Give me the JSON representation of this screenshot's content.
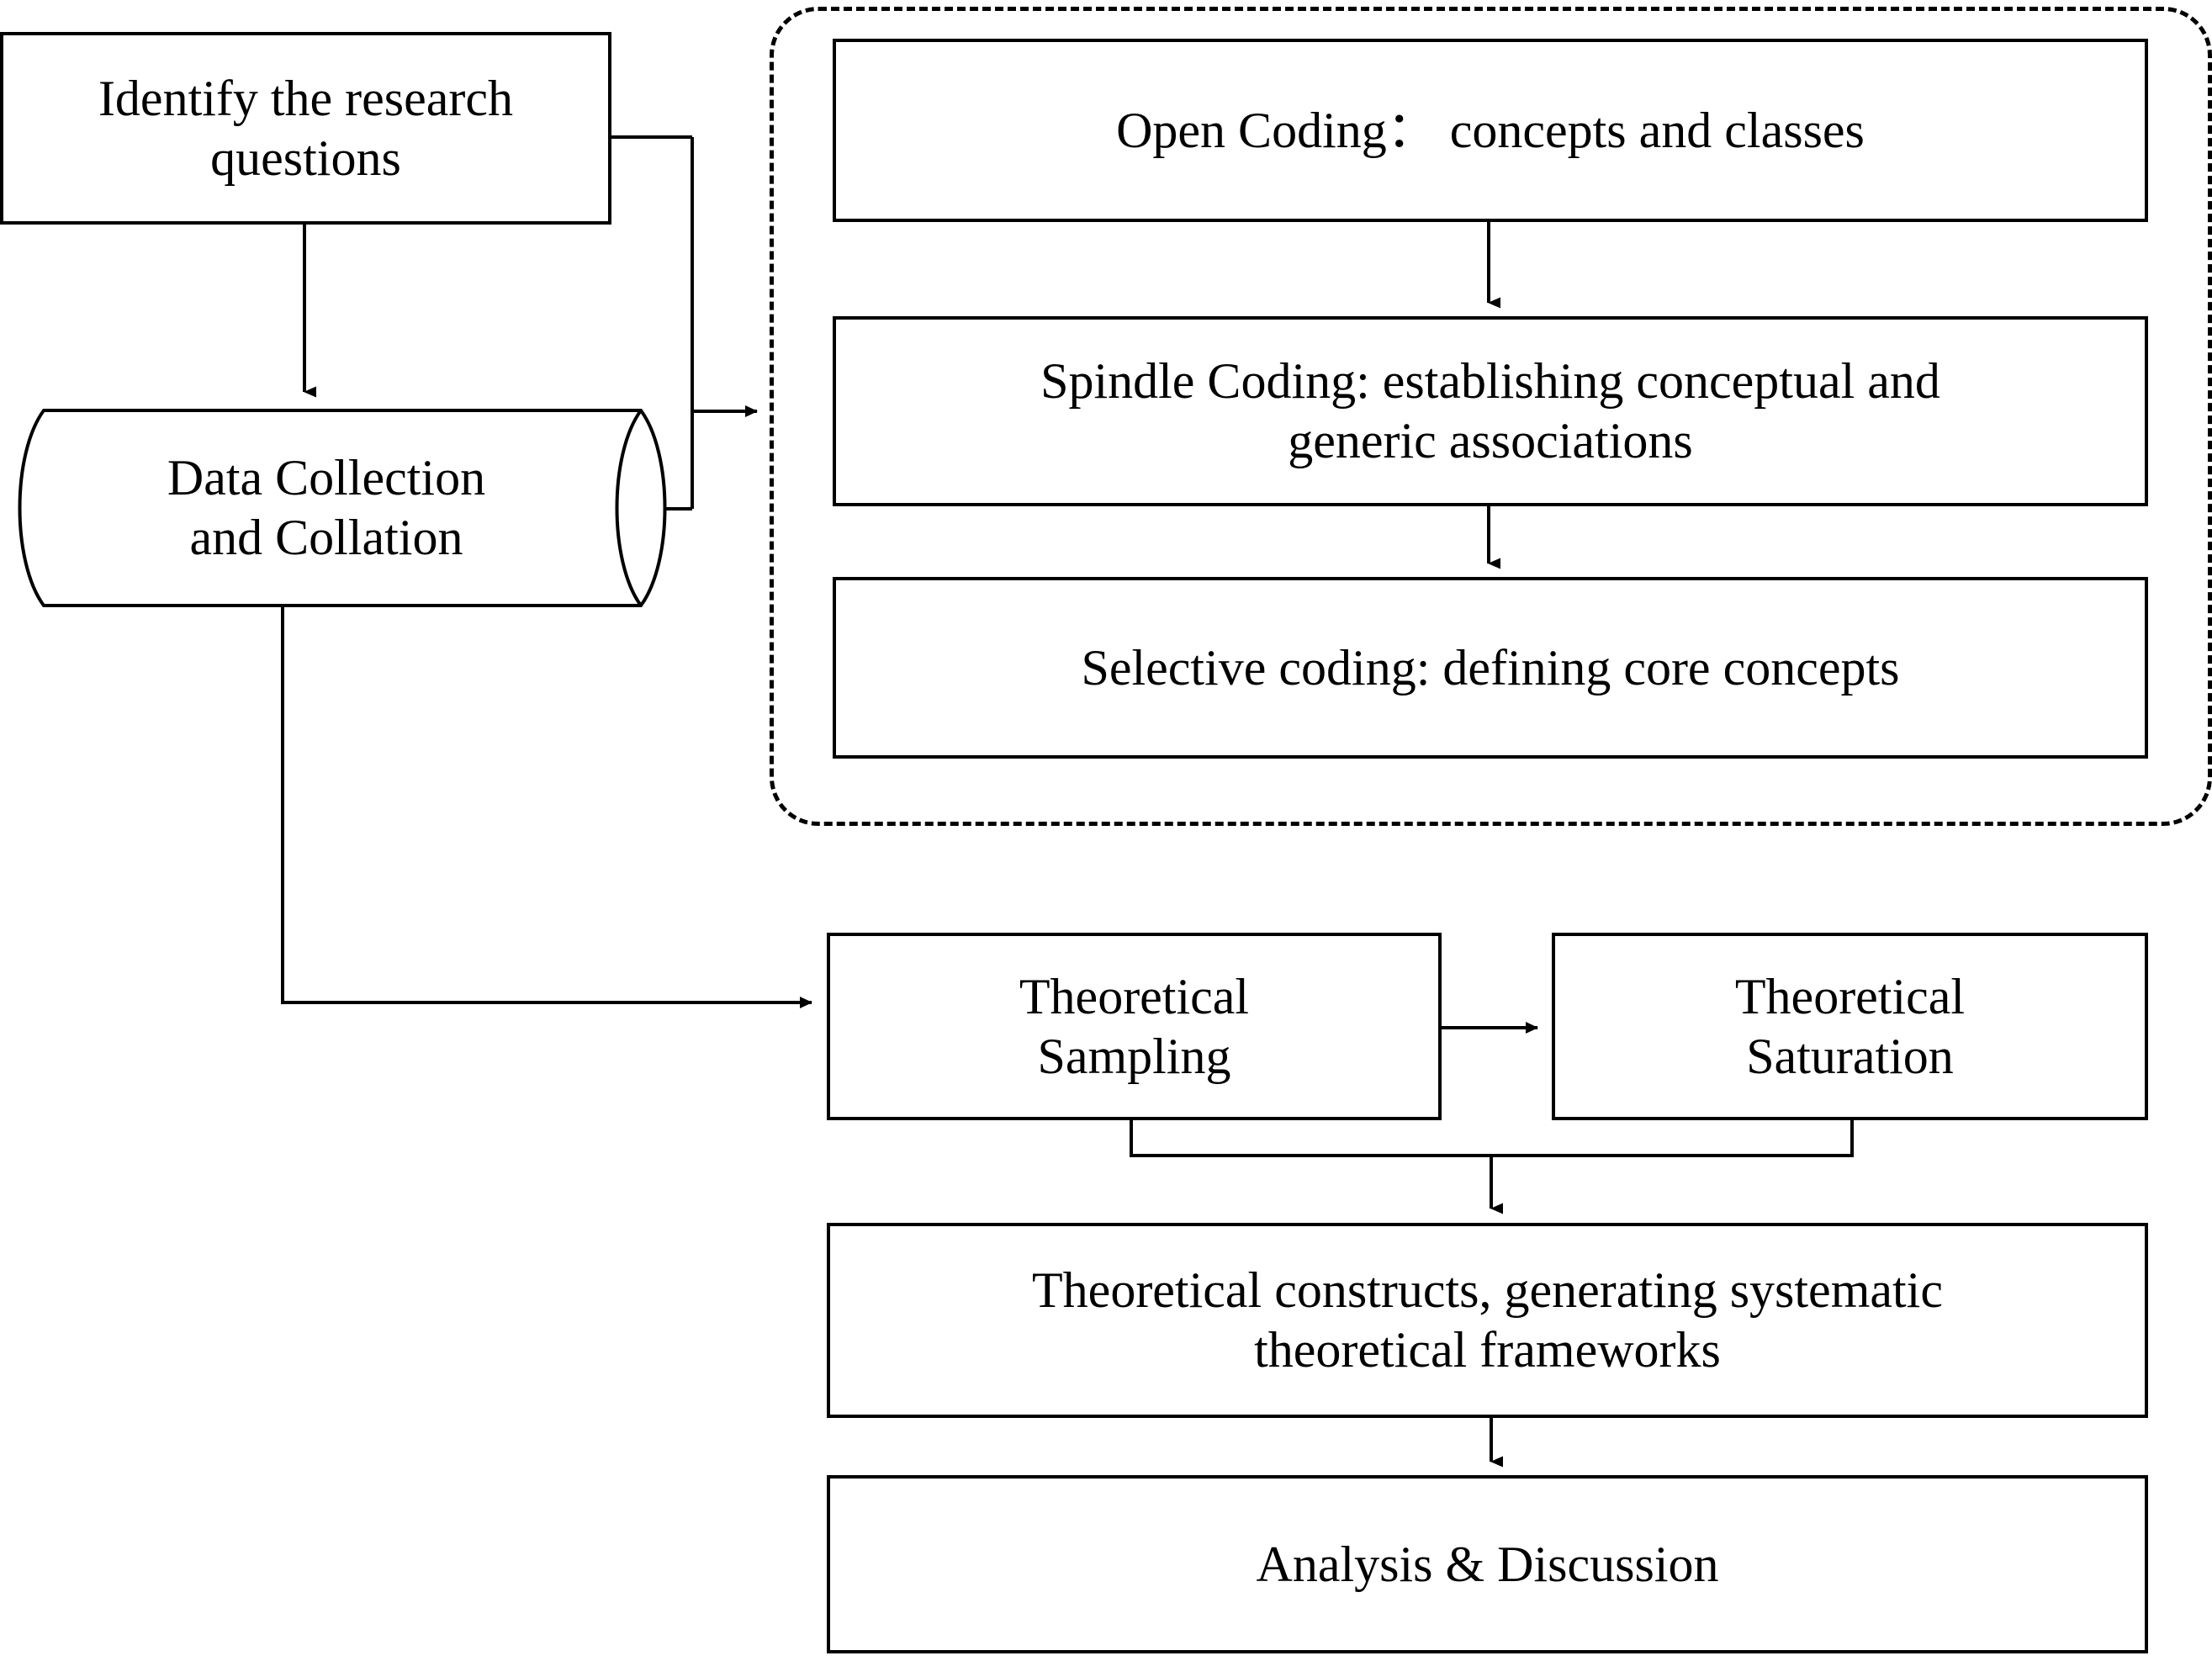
{
  "diagram": {
    "title": "Grounded theory research process flowchart",
    "colors": {
      "stroke": "#000000",
      "fill": "#ffffff",
      "text": "#000000"
    },
    "nodes": {
      "research_questions": {
        "label": "Identify the research\nquestions",
        "shape": "rectangle"
      },
      "data_collection": {
        "label": "Data Collection\nand Collation",
        "shape": "cylinder"
      },
      "open_coding": {
        "label": "Open Coding：  concepts and classes",
        "shape": "rectangle"
      },
      "spindle_coding": {
        "label": "Spindle Coding: establishing conceptual and\ngeneric associations",
        "shape": "rectangle"
      },
      "selective_coding": {
        "label": "Selective coding: defining core concepts",
        "shape": "rectangle"
      },
      "theoretical_sampling": {
        "label": "Theoretical\nSampling",
        "shape": "rectangle"
      },
      "theoretical_saturation": {
        "label": "Theoretical\nSaturation",
        "shape": "rectangle"
      },
      "theoretical_constructs": {
        "label": "Theoretical constructs, generating systematic\ntheoretical frameworks",
        "shape": "rectangle"
      },
      "analysis_discussion": {
        "label": "Analysis & Discussion",
        "shape": "rectangle"
      }
    },
    "groups": {
      "coding_group": {
        "label": "",
        "shape": "dashed-rounded-rectangle"
      }
    },
    "edges": [
      {
        "from": "research_questions",
        "to": "data_collection",
        "style": "solid-arrow",
        "direction": "down"
      },
      {
        "from": "research_questions",
        "to": "coding_group",
        "style": "solid-arrow",
        "direction": "right"
      },
      {
        "from": "data_collection",
        "to": "coding_group",
        "style": "solid-arrow",
        "direction": "right"
      },
      {
        "from": "open_coding",
        "to": "spindle_coding",
        "style": "solid-arrow",
        "direction": "down"
      },
      {
        "from": "spindle_coding",
        "to": "selective_coding",
        "style": "solid-arrow",
        "direction": "down"
      },
      {
        "from": "data_collection",
        "to": "theoretical_sampling",
        "style": "solid-arrow",
        "direction": "right"
      },
      {
        "from": "theoretical_sampling",
        "to": "theoretical_saturation",
        "style": "solid-arrow",
        "direction": "right"
      },
      {
        "from": "theoretical_sampling",
        "to": "theoretical_constructs",
        "style": "solid-arrow",
        "direction": "down"
      },
      {
        "from": "theoretical_saturation",
        "to": "theoretical_constructs",
        "style": "solid-arrow",
        "direction": "down"
      },
      {
        "from": "theoretical_constructs",
        "to": "analysis_discussion",
        "style": "solid-arrow",
        "direction": "down"
      }
    ]
  }
}
